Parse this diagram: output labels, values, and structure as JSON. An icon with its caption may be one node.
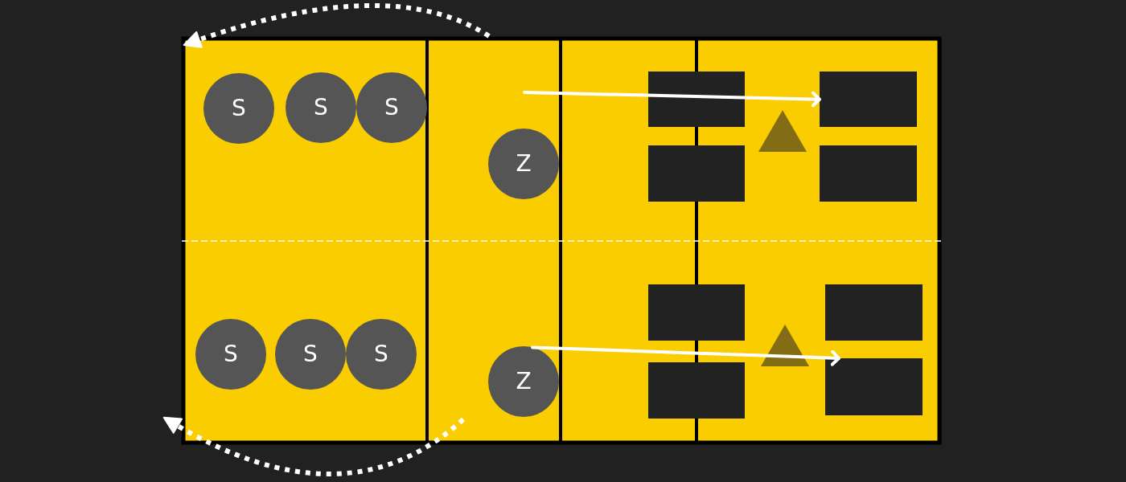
{
  "diagram": {
    "nodes": [
      {
        "text": [
          "S"
        ]
      },
      {
        "text": [
          "S"
        ]
      },
      {
        "text": [
          "S"
        ]
      },
      {
        "text": [
          "Z"
        ]
      },
      {
        "text": [],
        "shape": "box"
      },
      {
        "text": [],
        "shape": "box"
      },
      {
        "text": [],
        "shape": "box"
      },
      {
        "text": [],
        "shape": "box"
      },
      {
        "text": [
          "S"
        ]
      },
      {
        "text": [
          "S"
        ]
      },
      {
        "text": [
          "S"
        ]
      },
      {
        "text": [
          "Z"
        ]
      },
      {
        "text": [],
        "shape": "box"
      },
      {
        "text": [],
        "shape": "box"
      },
      {
        "text": [],
        "shape": "box"
      },
      {
        "text": [],
        "shape": "box"
      }
    ],
    "edges": [
      {
        "from": null,
        "to": 6,
        "arrow": "to"
      },
      {
        "from": 11,
        "to": 15,
        "arrow": "to"
      }
    ]
  }
}
